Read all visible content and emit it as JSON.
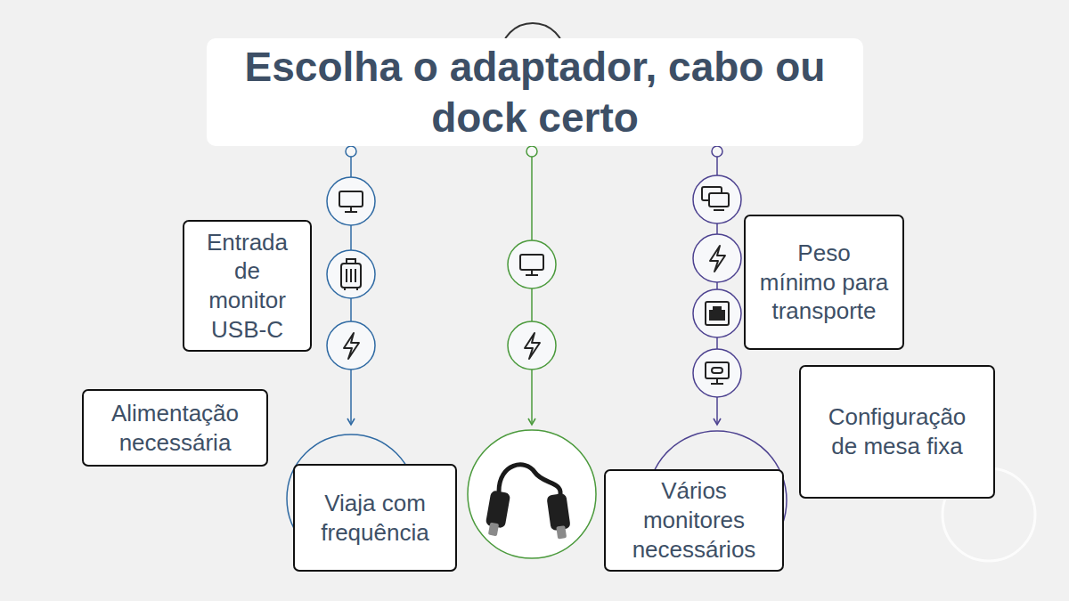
{
  "diagram": {
    "title": "Escolha o adaptador, cabo ou dock certo",
    "nodes": [
      {
        "text": [
          "Entrada de monitor USB-C"
        ]
      },
      {
        "text": [
          "Peso mínimo para transporte"
        ]
      },
      {
        "text": [
          "Configuração de mesa fixa"
        ]
      },
      {
        "text": [
          "Alimentação necessária"
        ]
      },
      {
        "text": [
          "Viaja com frequência"
        ]
      },
      {
        "text": [
          "Vários monitores necessários"
        ]
      }
    ]
  }
}
